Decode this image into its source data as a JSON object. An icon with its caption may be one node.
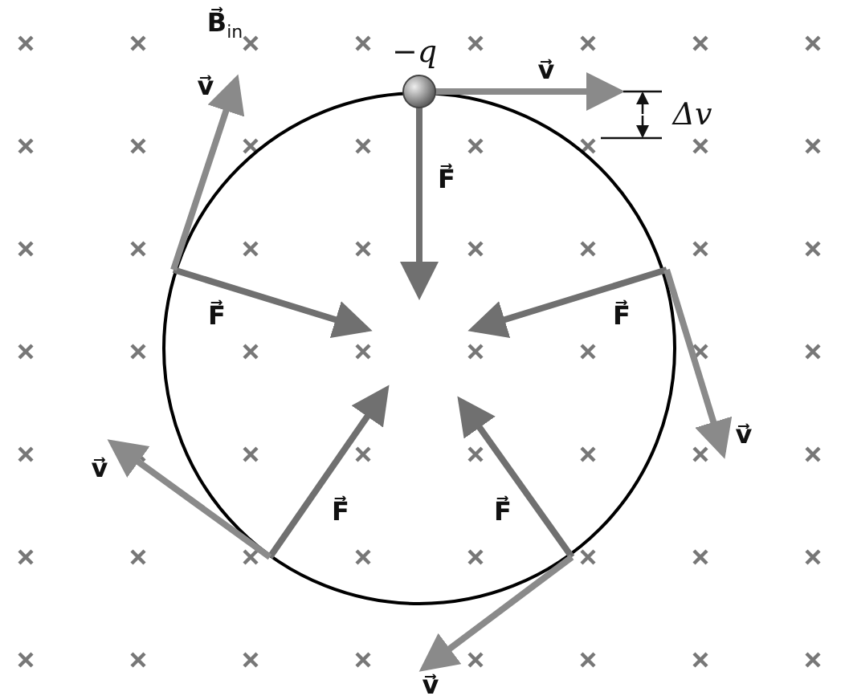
{
  "diagram": {
    "labels": [
      "B⃗$_{in}$",
      "−q",
      "v⃗",
      "v⃗",
      "Δv",
      "F⃗",
      "F⃗",
      "F⃗",
      "v⃗",
      "v⃗",
      "F⃗",
      "F⃗",
      "v⃗"
    ]
  }
}
